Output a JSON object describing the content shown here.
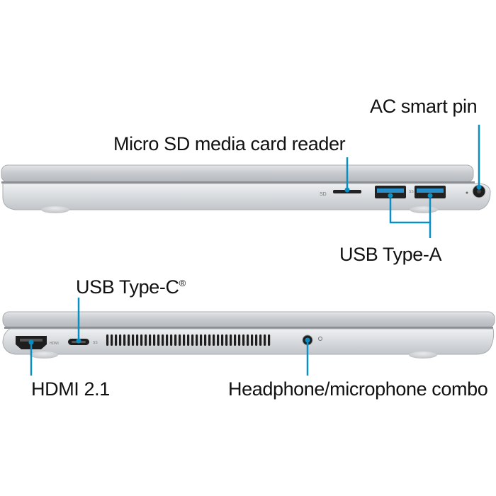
{
  "labels": {
    "ac_smart_pin": "AC smart pin",
    "micro_sd": "Micro SD media card reader",
    "usb_type_a": "USB Type-A",
    "usb_type_c": "USB Type-C",
    "usb_type_c_mark": "®",
    "hdmi": "HDMI 2.1",
    "headphone_combo": "Headphone/microphone combo"
  },
  "port_marks": {
    "sd": "SD",
    "usb_ss": "SS",
    "usb_c": "SS",
    "hdmi": "HDMI"
  },
  "colors": {
    "callout": "#0a8fc4",
    "chassis": "#c9ccd0",
    "port": "#1a1a1a"
  }
}
